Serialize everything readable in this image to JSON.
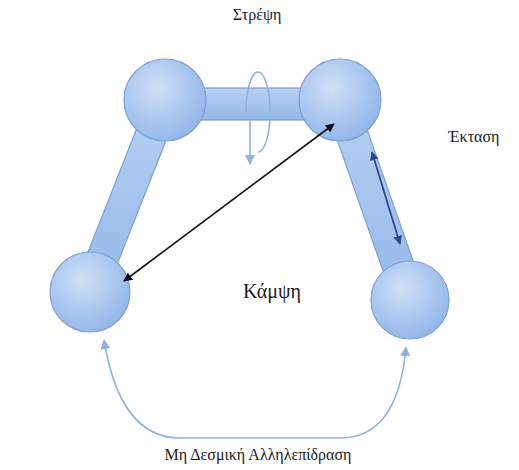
{
  "diagram": {
    "labels": [
      "Στρέψη",
      "Έκταση",
      "Κάμψη",
      "Μη Δεσμική Αλληλεπίδραση"
    ]
  }
}
